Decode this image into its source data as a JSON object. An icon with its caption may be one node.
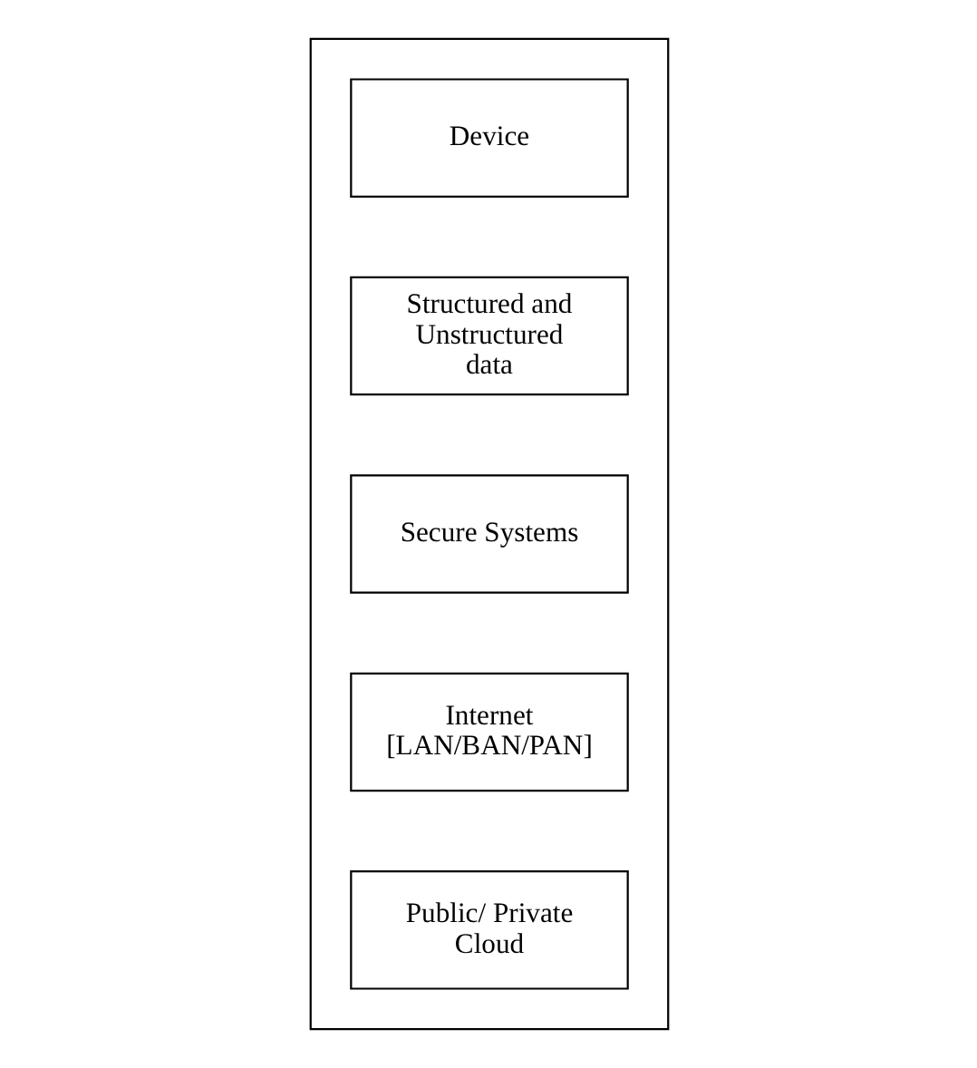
{
  "diagram": {
    "nodes": [
      {
        "text": [],
        "shape": "box"
      },
      {
        "text": [
          "Device"
        ],
        "in": 0
      },
      {
        "text": [
          "Structured and Unstructured data"
        ],
        "in": 0
      },
      {
        "text": [
          "Secure Systems"
        ],
        "in": 0
      },
      {
        "text": [
          "Internet [LAN/BAN/PAN]"
        ],
        "in": 0
      },
      {
        "text": [
          "Public/ Private Cloud"
        ],
        "in": 0
      }
    ],
    "edges": []
  }
}
